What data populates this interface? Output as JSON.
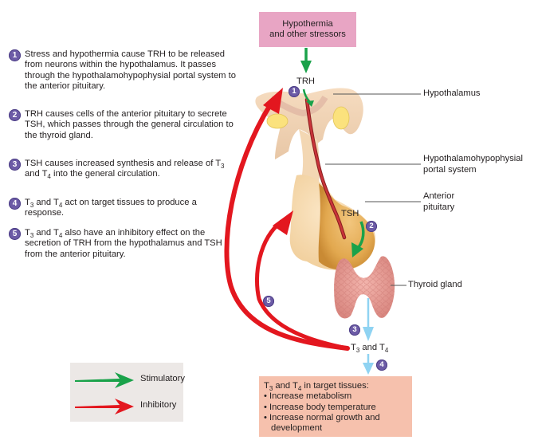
{
  "steps": [
    {
      "num": "1",
      "text": "Stress and hypothermia cause TRH to be released from neurons within the hypothalamus. It passes through the hypothalamohypophysial portal system to the anterior pituitary."
    },
    {
      "num": "2",
      "text": "TRH causes cells of the anterior pituitary to secrete TSH, which passes through the general circulation to the thyroid gland."
    },
    {
      "num": "3",
      "text_a": "TSH causes increased synthesis and release of T",
      "sub_a": "3",
      "text_b": " and T",
      "sub_b": "4",
      "text_c": " into the general circulation."
    },
    {
      "num": "4",
      "text_a": "T",
      "sub_a": "3",
      "text_b": " and T",
      "sub_b": "4",
      "text_c": " act on target tissues to produce a response."
    },
    {
      "num": "5",
      "text_a": "T",
      "sub_a": "3",
      "text_b": " and T",
      "sub_b": "4",
      "text_c": " also have an inhibitory effect on the secretion of TRH from the hypothalamus and TSH from the anterior pituitary."
    }
  ],
  "diagram": {
    "stressor_box": {
      "line1": "Hypothermia",
      "line2": "and other stressors",
      "color": "#e8a5c4"
    },
    "trh_label": "TRH",
    "tsh_label": "TSH",
    "hormones_label": {
      "a": "T",
      "sub_a": "3",
      "b": " and T",
      "sub_b": "4"
    },
    "structure_labels": {
      "hypothalamus": "Hypothalamus",
      "portal_line1": "Hypothalamohypophysial",
      "portal_line2": "portal system",
      "pituitary_line1": "Anterior",
      "pituitary_line2": "pituitary",
      "thyroid": "Thyroid gland"
    },
    "badges": [
      "1",
      "2",
      "3",
      "4",
      "5"
    ],
    "target_box": {
      "heading_a": "T",
      "heading_sub_a": "3",
      "heading_b": " and T",
      "heading_sub_b": "4",
      "heading_c": " in target tissues:",
      "items": [
        "Increase metabolism",
        "Increase body temperature",
        "Increase normal growth and development"
      ],
      "color": "#f6c1ad"
    }
  },
  "legend": {
    "stimulatory": "Stimulatory",
    "inhibitory": "Inhibitory",
    "stimulatory_color": "#1aa24a",
    "inhibitory_color": "#e3171f"
  },
  "colors": {
    "badge": "#6c5ba6",
    "hormone_arrow": "#8fd3f2"
  }
}
